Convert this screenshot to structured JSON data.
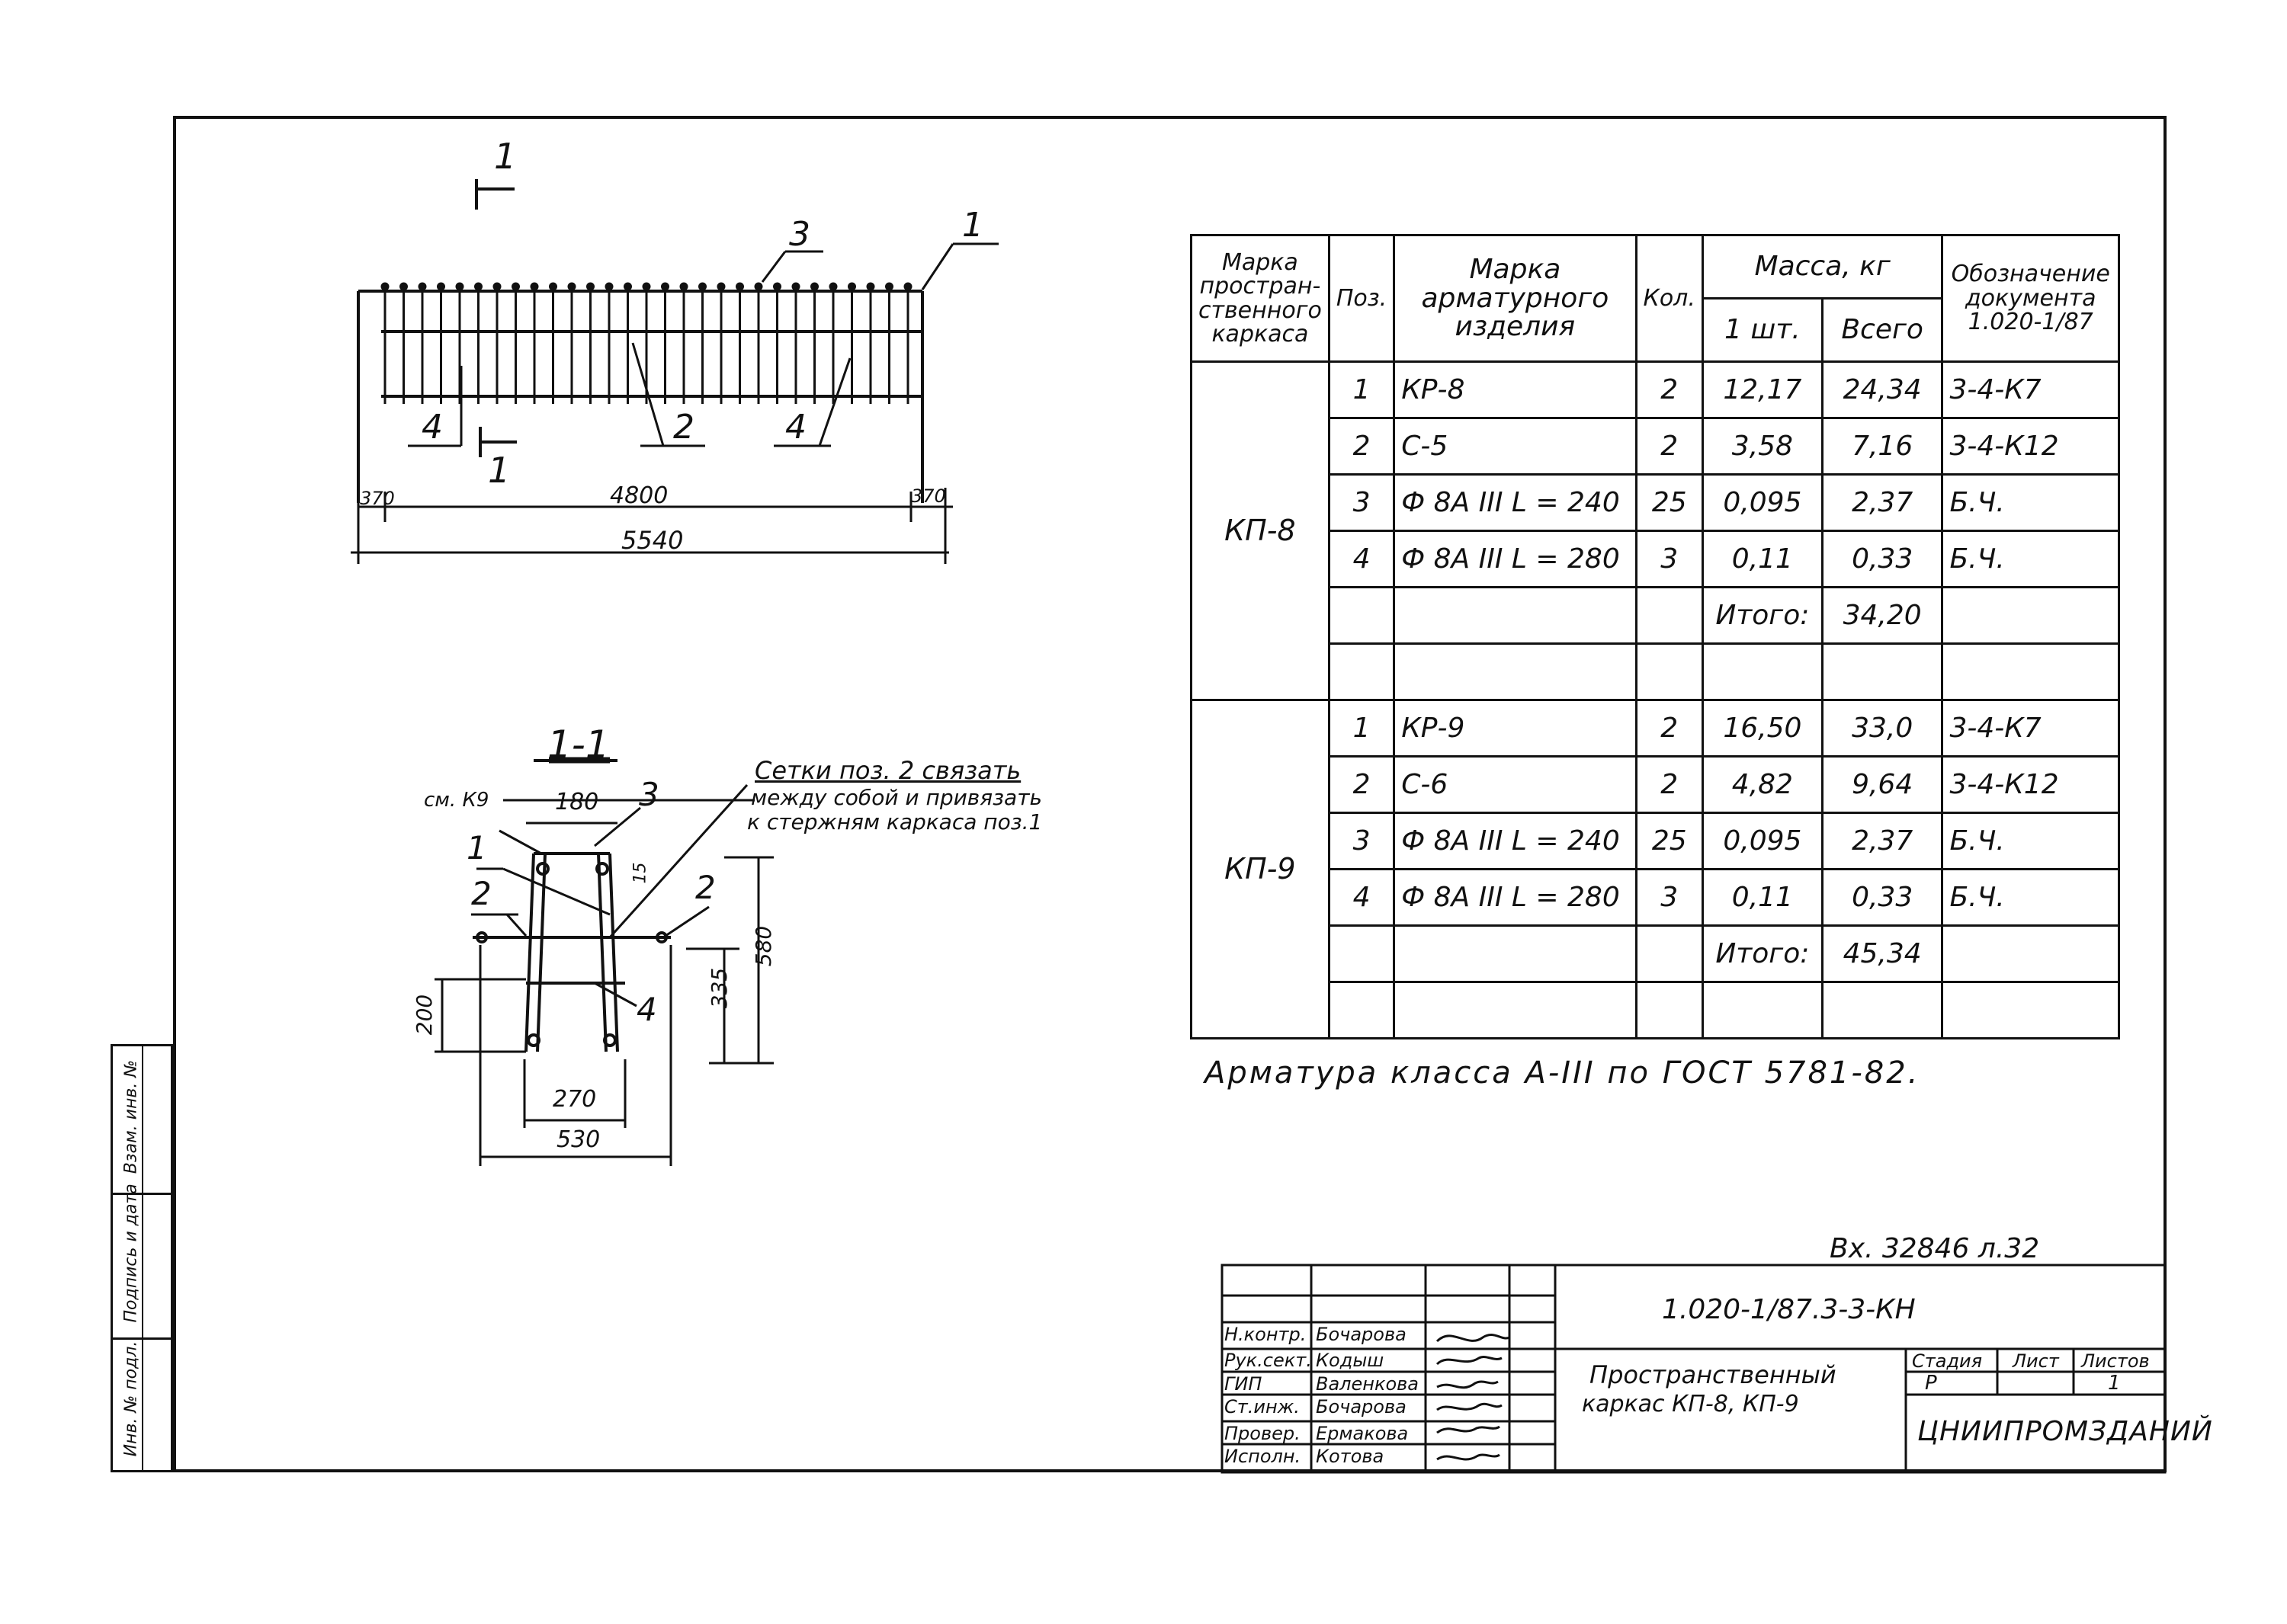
{
  "plan": {
    "section_mark": "1",
    "callouts": [
      "3",
      "1",
      "4",
      "2",
      "4"
    ],
    "dim_left": "370",
    "dim_middle": "4800",
    "dim_right": "370",
    "dim_total": "5540"
  },
  "section": {
    "title": "1-1",
    "ref": "см. К9",
    "note": [
      "Сетки поз. 2 связать",
      "между собой и привязать",
      "к стержням каркаса поз.1"
    ],
    "labels": [
      "3",
      "1",
      "2",
      "2",
      "4"
    ],
    "dims": {
      "top_width": "180",
      "small": "15",
      "height_580": "580",
      "height_335": "335",
      "height_200": "200",
      "inner_width": "270",
      "outer_width": "530"
    }
  },
  "spec": {
    "headers": {
      "mark_frame": "Марка простран-ственного каркаса",
      "pos": "Поз.",
      "mark_item": "Марка арматурного изделия",
      "qty": "Кол.",
      "mass": "Масса, кг",
      "unit": "1 шт.",
      "total": "Всего",
      "doc": "Обозначение документа 1.020-1/87"
    },
    "groups": [
      {
        "mark": "КП-8",
        "rows": [
          {
            "pos": "1",
            "item": "КР-8",
            "qty": "2",
            "unit": "12,17",
            "total": "24,34",
            "doc": "3-4-К7"
          },
          {
            "pos": "2",
            "item": "С-5",
            "qty": "2",
            "unit": "3,58",
            "total": "7,16",
            "doc": "3-4-К12"
          },
          {
            "pos": "3",
            "item": "Ф 8А III  L = 240",
            "qty": "25",
            "unit": "0,095",
            "total": "2,37",
            "doc": "Б.Ч."
          },
          {
            "pos": "4",
            "item": "Ф 8А III  L = 280",
            "qty": "3",
            "unit": "0,11",
            "total": "0,33",
            "doc": "Б.Ч."
          }
        ],
        "sum_label": "Итого:",
        "sum_value": "34,20"
      },
      {
        "mark": "КП-9",
        "rows": [
          {
            "pos": "1",
            "item": "КР-9",
            "qty": "2",
            "unit": "16,50",
            "total": "33,0",
            "doc": "3-4-К7"
          },
          {
            "pos": "2",
            "item": "С-6",
            "qty": "2",
            "unit": "4,82",
            "total": "9,64",
            "doc": "3-4-К12"
          },
          {
            "pos": "3",
            "item": "Ф 8А III  L = 240",
            "qty": "25",
            "unit": "0,095",
            "total": "2,37",
            "doc": "Б.Ч."
          },
          {
            "pos": "4",
            "item": "Ф 8А III  L = 280",
            "qty": "3",
            "unit": "0,11",
            "total": "0,33",
            "doc": "Б.Ч."
          }
        ],
        "sum_label": "Итого:",
        "sum_value": "45,34"
      }
    ]
  },
  "note_text": "Арматура класса А-III по ГОСТ 5781-82.",
  "inventory": "Вх. 32846 л.32",
  "title_block": {
    "doc_code": "1.020-1/87.3-3-КН",
    "title_line1": "Пространственный",
    "title_line2": "каркас КП-8, КП-9",
    "stage_label": "Стадия",
    "sheet_label": "Лист",
    "sheets_label": "Листов",
    "stage": "Р",
    "sheets": "1",
    "org": "ЦНИИПРОМЗДАНИЙ",
    "staff": [
      {
        "role": "Н.контр.",
        "name": "Бочарова"
      },
      {
        "role": "Рук.сект.",
        "name": "Кодыш"
      },
      {
        "role": "ГИП",
        "name": "Валенкова"
      },
      {
        "role": "Ст.инж.",
        "name": "Бочарова"
      },
      {
        "role": "Провер.",
        "name": "Ермакова"
      },
      {
        "role": "Исполн.",
        "name": "Котова"
      }
    ]
  },
  "side_strip": [
    "Инв. № подл.",
    "Подпись и дата",
    "Взам. инв. №"
  ]
}
